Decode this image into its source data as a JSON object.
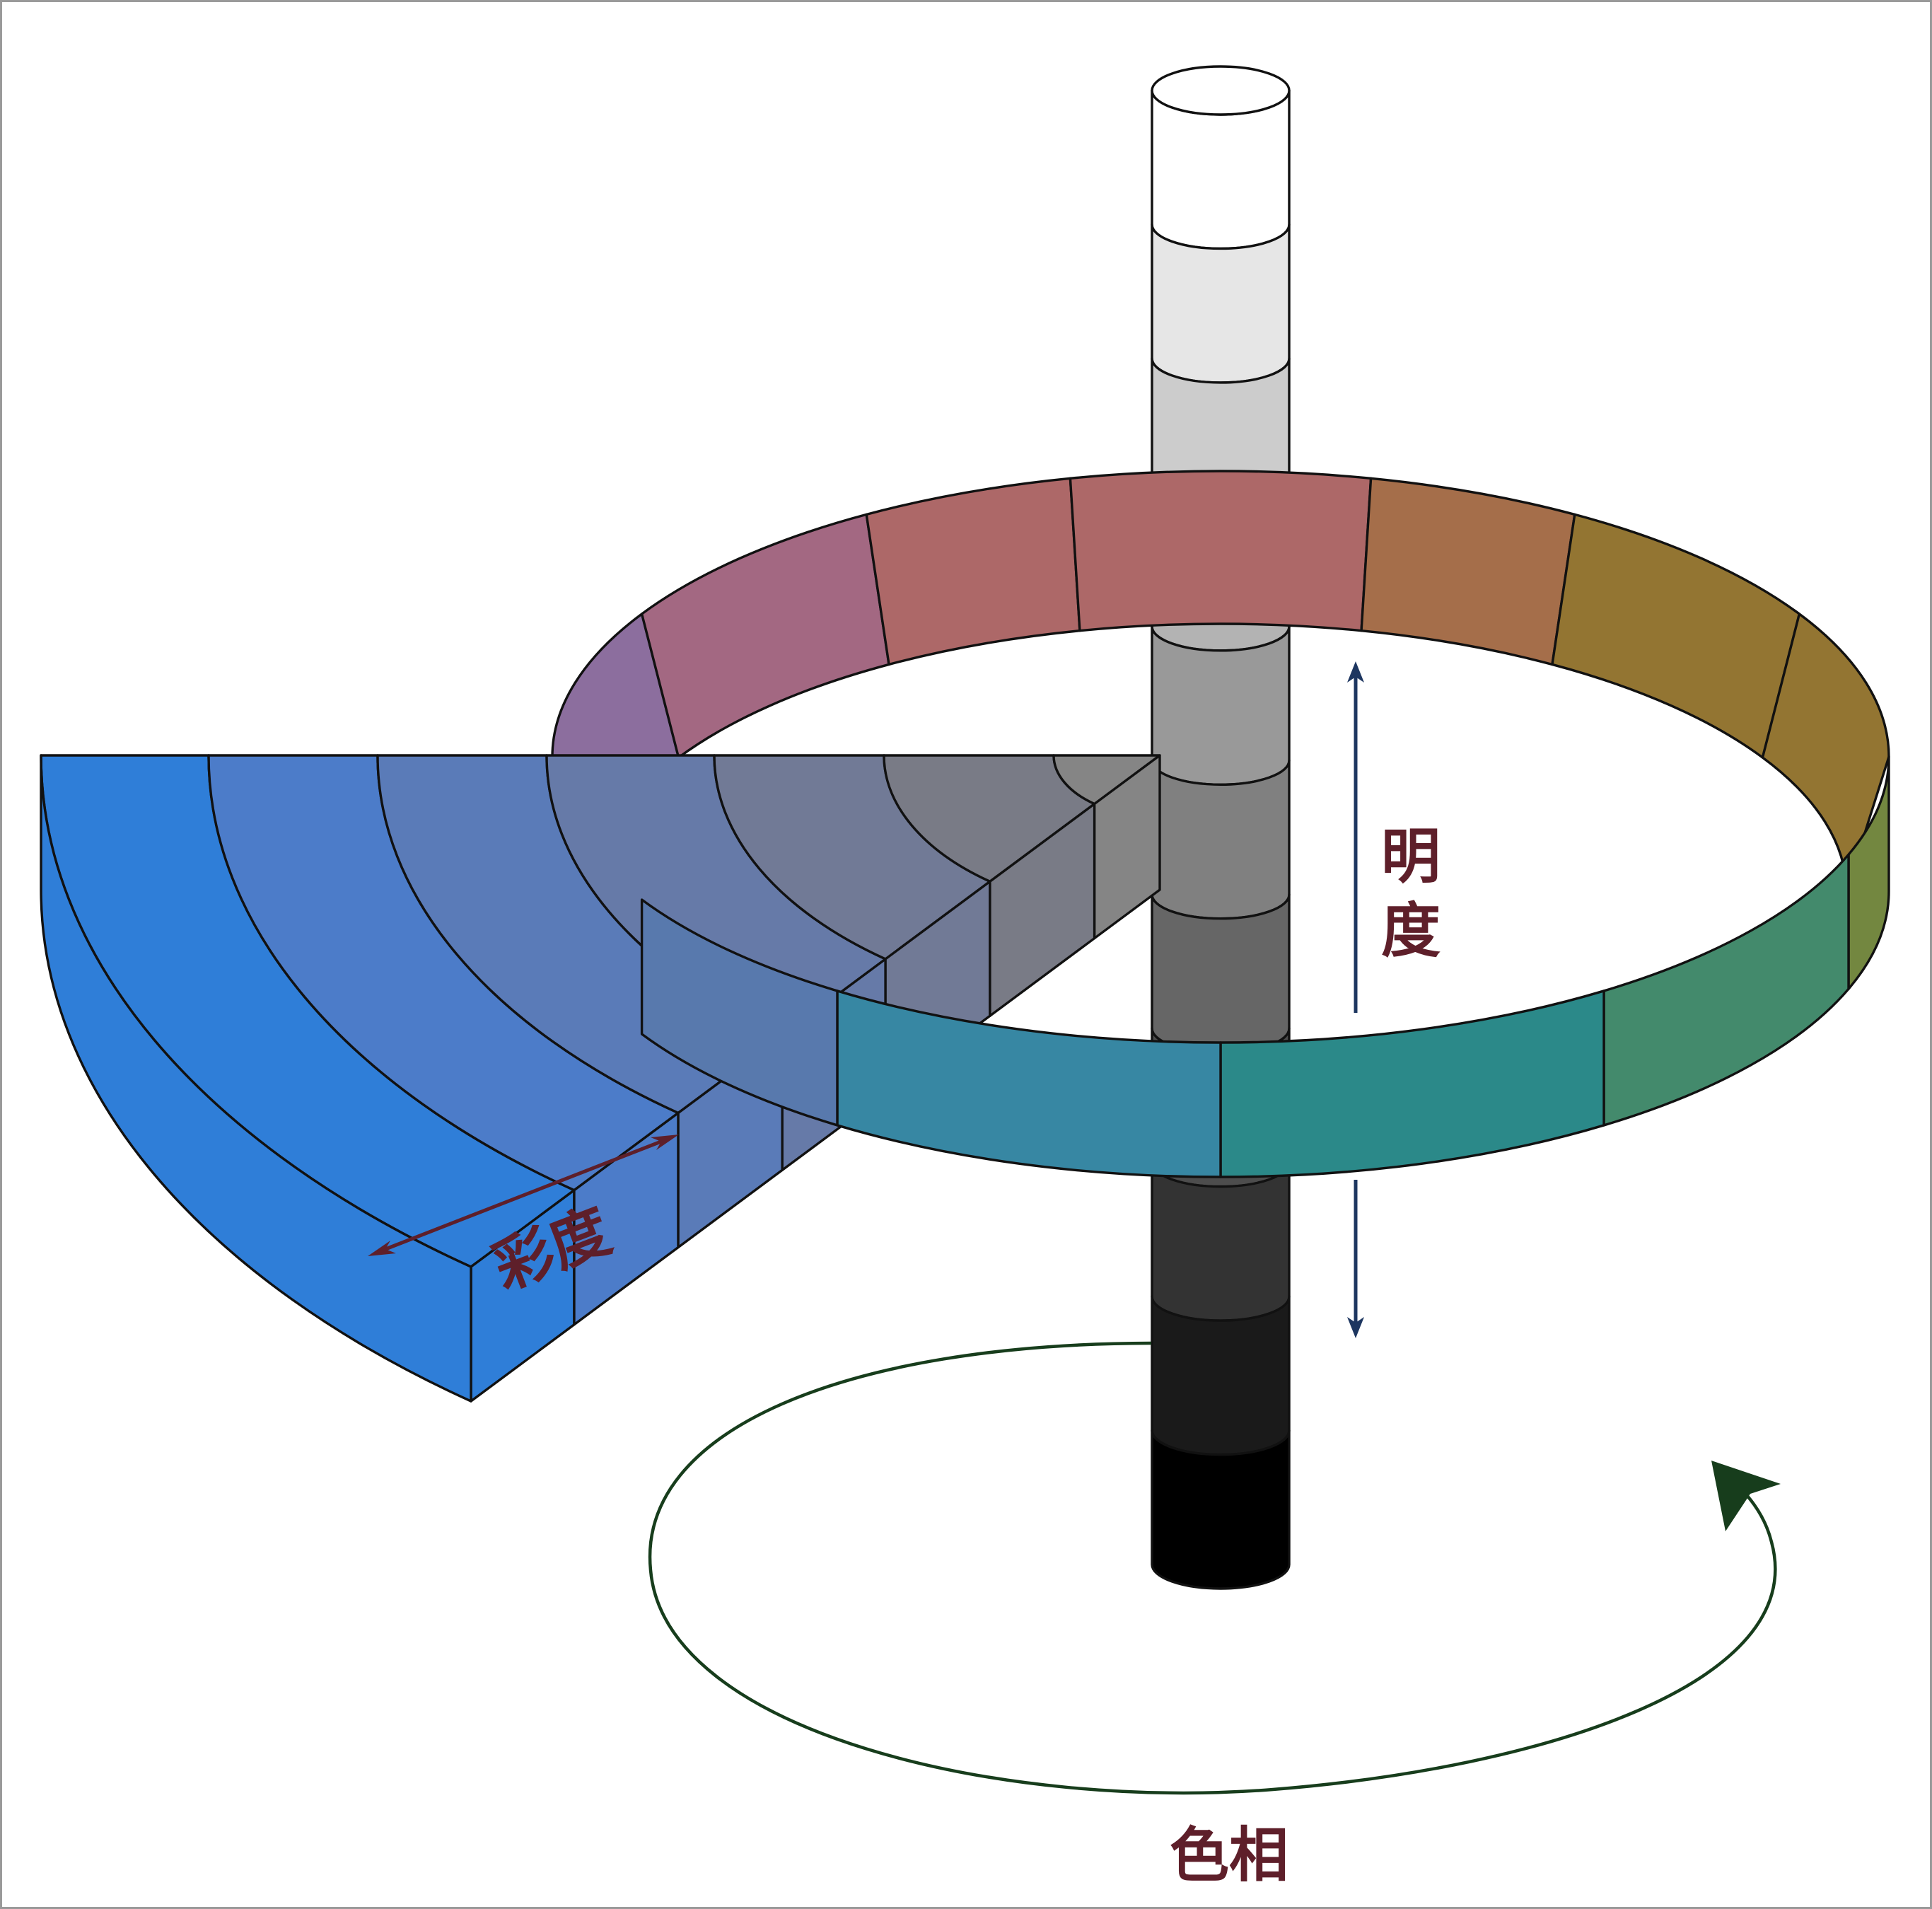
{
  "diagram": {
    "labels": {
      "lightness_line1": "明",
      "lightness_line2": "度",
      "chroma": "彩度",
      "hue": "色相"
    },
    "colors": {
      "label_text": "#5e1f2a",
      "lightness_arrow": "#1d3660",
      "chroma_arrow": "#5e1f2a",
      "hue_arrow": "#173d1c"
    },
    "value_scale": [
      "#ffffff",
      "#e6e6e6",
      "#cccccc",
      "#b3b3b3",
      "#999999",
      "#808080",
      "#666666",
      "#4d4d4d",
      "#333333",
      "#1a1a1a",
      "#000000"
    ],
    "hue_ring_back": [
      "#8c6e9e",
      "#a36882",
      "#ad6868",
      "#ad6868",
      "#a56e4a",
      "#937532"
    ],
    "hue_ring_front": [
      "#738740",
      "#438a6c",
      "#2b8989",
      "#3787a3",
      "#5879ad"
    ],
    "chroma_slice": [
      "#2f7ed8",
      "#4c7cc9",
      "#5a7bb8",
      "#667aa8",
      "#717a96",
      "#797b86",
      "#858585"
    ]
  }
}
